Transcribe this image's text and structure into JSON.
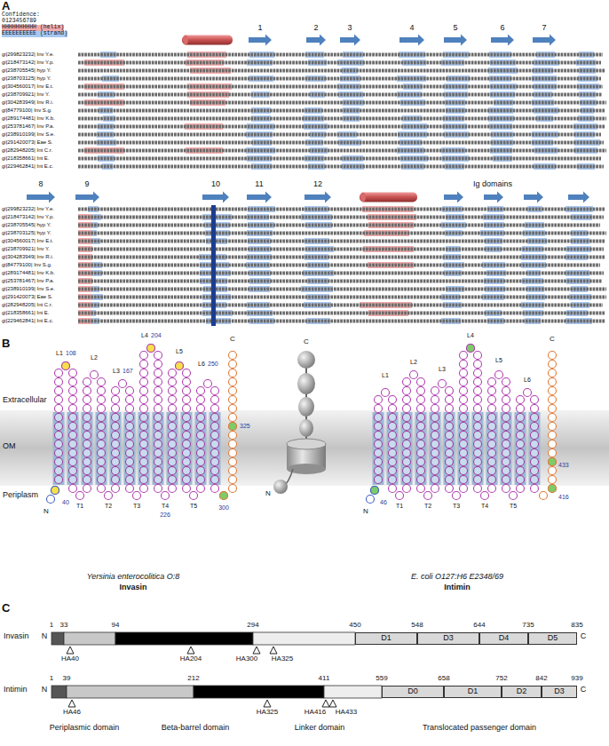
{
  "diagram": {
    "nodes": [
      {
        "text": [
          "D1"
        ]
      },
      {
        "text": [
          "D3"
        ]
      },
      {
        "text": [
          "D4"
        ]
      },
      {
        "text": [
          "D5"
        ]
      },
      {
        "text": [
          "D0"
        ]
      },
      {
        "text": [
          "D1"
        ]
      },
      {
        "text": [
          "D2"
        ]
      },
      {
        "text": [
          "D3"
        ]
      }
    ],
    "labels": [
      "A",
      "Confidence:",
      "0123456789",
      "HHHHHHHHHH (helix)",
      "EEEEEEEEEE (strand)",
      "1",
      "2",
      "3",
      "4",
      "5",
      "6",
      "7",
      "gi|299823232| Inv Y.e.",
      "gi|218473142| Inv Y.p.",
      "gi|238705545| hyp Y.",
      "gi|238703125| hyp Y.",
      "gi|304560017| Inv E.t.",
      "gi|238709921| Inv Y.",
      "gi|304283949| Inv R.i.",
      "gi|84779100| Inv S.g.",
      "gi|289174481| Inv K.b.",
      "gi|253781467| Inv P.a.",
      "gi|238910199| Inv S.e.",
      "gi|291420073| Eae S.",
      "gi|282948205| Int C.r.",
      "gi|218358661| Int E.",
      "gi|229462841| Int E.c.",
      "8",
      "9",
      "10",
      "11",
      "12",
      "Ig domains",
      "gi|299823232| Inv Y.e.",
      "gi|218473142| Inv Y.p.",
      "gi|238705545| hyp Y.",
      "gi|238703125| hyp Y.",
      "gi|304560017| Inv E.t.",
      "gi|238709921| Inv Y.",
      "gi|304283949| Inv R.i.",
      "gi|84779100| Inv S.g.",
      "gi|289174481| Inv K.b.",
      "gi|253781467| Inv P.a.",
      "gi|238910199| Inv S.e.",
      "gi|291420073| Eae S.",
      "gi|282948205| Int C.r.",
      "gi|218358661| Int E.",
      "gi|229462841| Int E.c.",
      "B",
      "Extracellular",
      "OM",
      "Periplasm",
      "L1",
      "L2",
      "L3",
      "L4",
      "L5",
      "L6",
      "T1",
      "T2",
      "T3",
      "T4",
      "T5",
      "108",
      "167",
      "204",
      "250",
      "325",
      "226",
      "300",
      "40",
      "N",
      "C",
      "Yersinia enterocolitica O:8",
      "Invasin",
      "C",
      "N",
      "L1",
      "L2",
      "L3",
      "L4",
      "L5",
      "L6",
      "T1",
      "T2",
      "T3",
      "T4",
      "T5",
      "433",
      "416",
      "46",
      "N",
      "C",
      "E. coli O127:H6 E2348/69",
      "Intimin",
      "C",
      "Invasin",
      "N",
      "C",
      "1",
      "33",
      "94",
      "294",
      "450",
      "548",
      "644",
      "735",
      "835",
      "HA40",
      "HA204",
      "HA300",
      "HA325",
      "Intimin",
      "N",
      "C",
      "1",
      "39",
      "212",
      "411",
      "559",
      "658",
      "752",
      "842",
      "939",
      "HA46",
      "HA325",
      "HA416",
      "HA433",
      "Periplasmic domain",
      "Beta-barrel domain",
      "Linker domain",
      "Translocated passenger domain"
    ]
  }
}
